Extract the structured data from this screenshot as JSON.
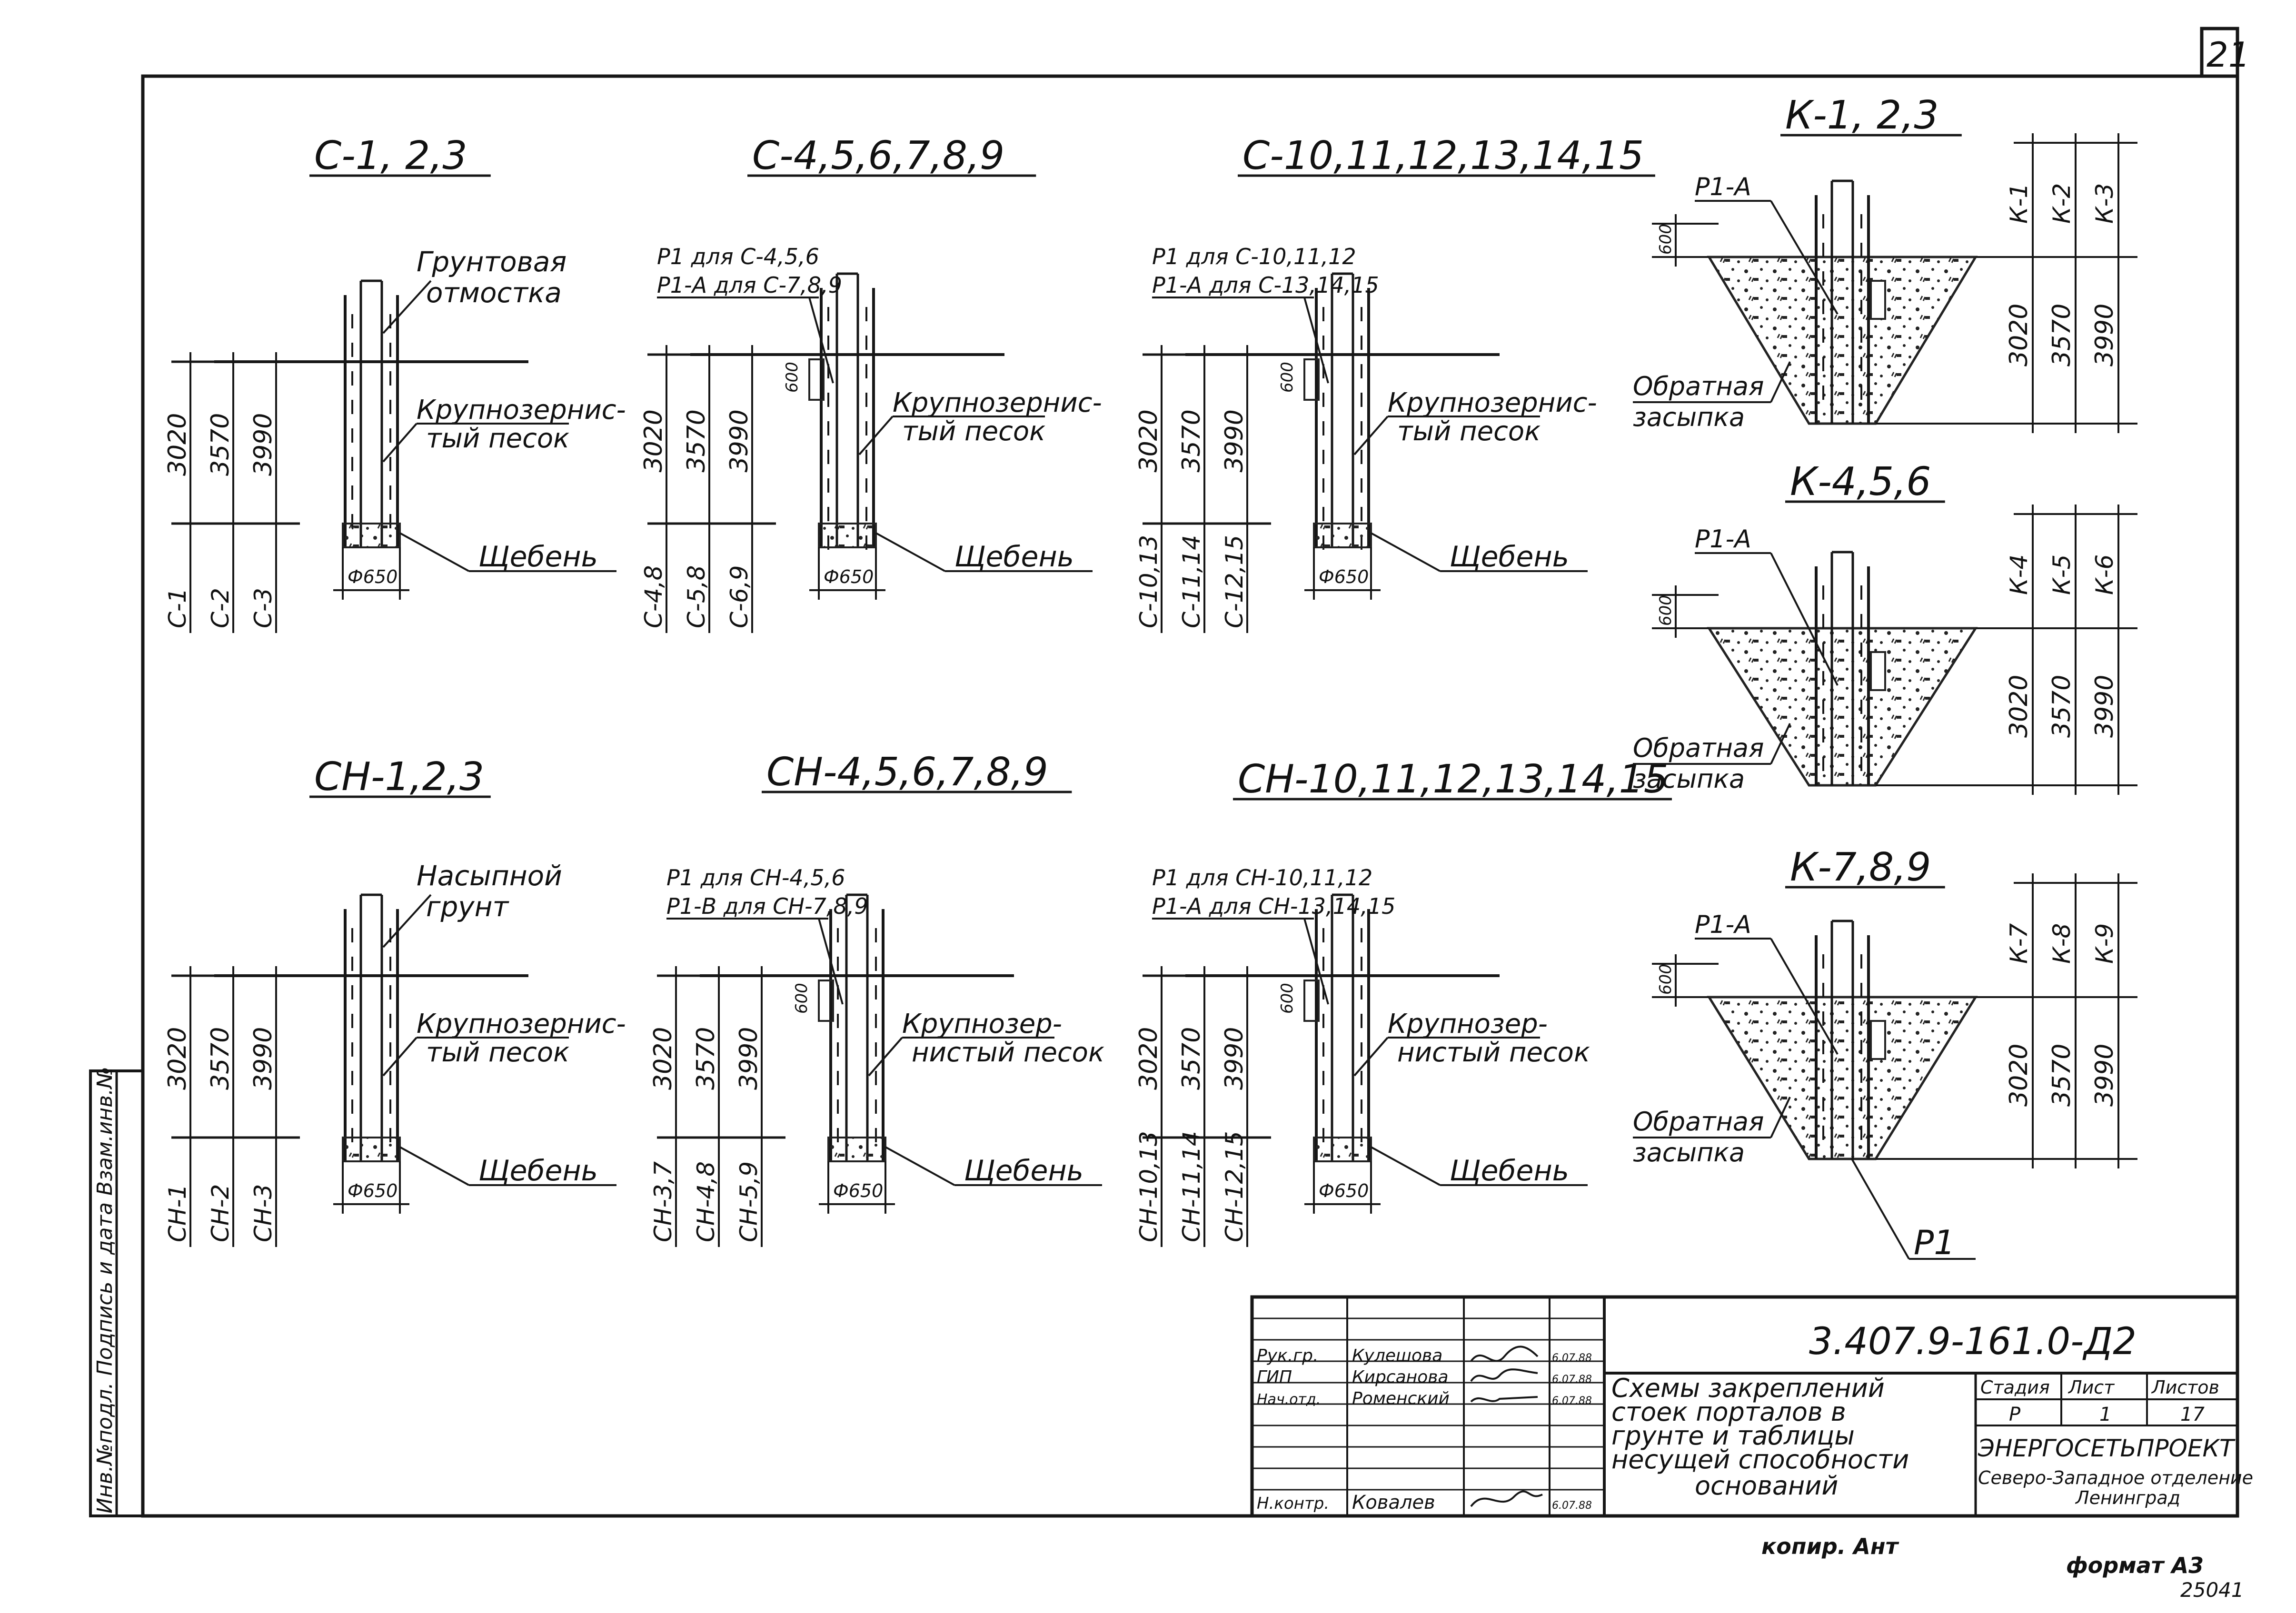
{
  "sheet": {
    "number": "21",
    "code": "3.407.9-161.0-Д2",
    "format": "формат А3",
    "copied": "копир. Ант",
    "inventory": "25041"
  },
  "side_stamp": {
    "label": "Инв.№подл. Подпись и дата Взам.инв.№"
  },
  "title_block": {
    "title_lines": [
      "Схемы закреплений",
      "стоек порталов в",
      "грунте и таблицы",
      "несущей способности",
      "оснований"
    ],
    "headers": {
      "stage": "Стадия",
      "sheet": "Лист",
      "sheets": "Листов"
    },
    "values": {
      "stage": "Р",
      "sheet": "1",
      "sheets": "17"
    },
    "org": [
      "ЭНЕРГОСЕТЬПРОЕКТ",
      "Северо-Западное отделение",
      "Ленинград"
    ],
    "people": [
      {
        "role": "Рук.гр.",
        "name": "Кулешова",
        "date": "6.07.88"
      },
      {
        "role": "ГИП",
        "name": "Кирсанова",
        "date": "6.07.88"
      },
      {
        "role": "Нач.отд.",
        "name": "Роменский",
        "date": "6.07.88"
      },
      {
        "role": "Н.контр.",
        "name": "Ковалев",
        "date": "6.07.88"
      }
    ]
  },
  "dims": {
    "depths": [
      "3020",
      "3570",
      "3990"
    ],
    "pad": "600",
    "diameter": "Ф650"
  },
  "labels": {
    "soil_paving": [
      "Грунтовая",
      "отмостка"
    ],
    "sand": [
      "Крупнозернис-",
      "тый песок"
    ],
    "sand2": [
      "Крупнозер-",
      "нистый песок"
    ],
    "gravel": "Щебень",
    "fill": [
      "Насыпной",
      "грунт"
    ],
    "backfill": [
      "Обратная",
      "засыпка"
    ]
  },
  "schemes": {
    "c123": {
      "title": "С-1, 2,3",
      "marks": [
        "С-1",
        "С-2",
        "С-3"
      ]
    },
    "c4": {
      "title": "С-4,5,6,7,8,9",
      "note1": "Р1 для С-4,5,6",
      "note2": "Р1-А для С-7,8,9",
      "marks": [
        "С-4,8",
        "С-5,8",
        "С-6,9"
      ]
    },
    "c10": {
      "title": "С-10,11,12,13,14,15",
      "note1": "Р1 для С-10,11,12",
      "note2": "Р1-А для С-13,14,15",
      "marks": [
        "С-10,13",
        "С-11,14",
        "С-12,15"
      ]
    },
    "cn123": {
      "title": "СН-1,2,3",
      "marks": [
        "СН-1",
        "СН-2",
        "СН-3"
      ]
    },
    "cn4": {
      "title": "СН-4,5,6,7,8,9",
      "note1": "Р1 для СН-4,5,6",
      "note2": "Р1-В для СН-7,8,9",
      "marks": [
        "СН-3,7",
        "СН-4,8",
        "СН-5,9"
      ]
    },
    "cn10": {
      "title": "СН-10,11,12,13,14,15",
      "note1": "Р1 для СН-10,11,12",
      "note2": "Р1-А для СН-13,14,15",
      "marks": [
        "СН-10,13",
        "СН-11,14",
        "СН-12,15"
      ]
    },
    "k123": {
      "title": "К-1, 2,3",
      "note": "Р1-А",
      "marks": [
        "К-1",
        "К-2",
        "К-3"
      ]
    },
    "k456": {
      "title": "К-4,5,6",
      "note": "Р1-А",
      "marks": [
        "К-4",
        "К-5",
        "К-6"
      ]
    },
    "k789": {
      "title": "К-7,8,9",
      "note": "Р1-А",
      "bottom": "Р1",
      "marks": [
        "К-7",
        "К-8",
        "К-9"
      ]
    }
  }
}
